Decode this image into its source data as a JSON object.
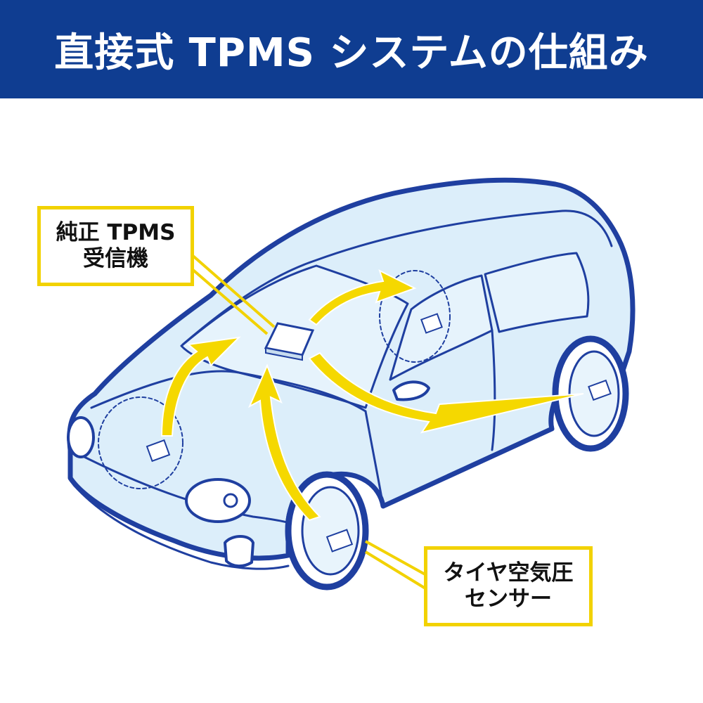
{
  "header": {
    "title": "直接式 TPMS システムの仕組み",
    "background_color": "#0f3d91",
    "text_color": "#ffffff"
  },
  "callouts": {
    "receiver": {
      "line1": "純正 TPMS",
      "line2": "受信機"
    },
    "sensor": {
      "line1": "タイヤ空気圧",
      "line2": "センサー"
    }
  },
  "colors": {
    "car_outline": "#1f3fa0",
    "car_fill": "#dceefa",
    "signal": "#f5d800",
    "callout_border": "#f2d200"
  },
  "icons": {
    "receiver": "receiver-box-icon",
    "sensor": "tire-sensor-icon",
    "signal": "lightning-signal-icon"
  }
}
